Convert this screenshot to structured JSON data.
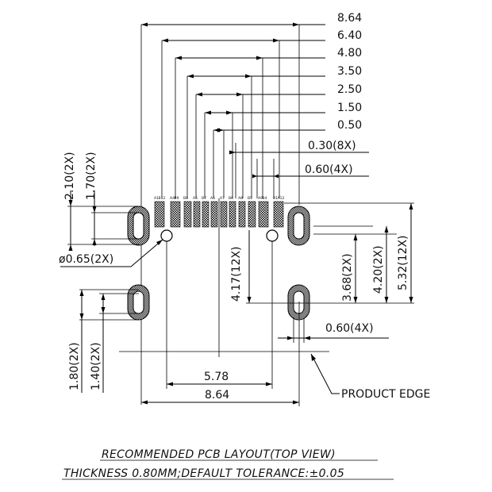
{
  "drawing": {
    "top_dimensions": [
      "8.64",
      "6.40",
      "4.80",
      "3.50",
      "2.50",
      "1.50",
      "0.50",
      "0.30(8X)",
      "0.60(4X)"
    ],
    "left_dimensions": [
      "2.10(2X)",
      "1.70(2X)",
      "1.80(2X)",
      "1.40(2X)"
    ],
    "right_dimensions": [
      "5.32(12X)",
      "4.20(2X)",
      "3.68(2X)"
    ],
    "center_dimension": "4.17(12X)",
    "hole_label": "ø0.65(2X)",
    "slot_width_label": "0.60(4X)",
    "bottom_dimensions": [
      "5.78",
      "8.64"
    ],
    "edge_label": "PRODUCT EDGE",
    "pin_labels": [
      "A1",
      "B12",
      "A4",
      "B9",
      "B8",
      "A5",
      "B7",
      "A6",
      "A7",
      "B6",
      "A8",
      "B5",
      "A9",
      "B4",
      "B1",
      "A12"
    ],
    "caption_title": "RECOMMENDED PCB LAYOUT(TOP VIEW)",
    "caption_subtitle": "THICKNESS 0.80MM;DEFAULT TOLERANCE:±0.05"
  }
}
